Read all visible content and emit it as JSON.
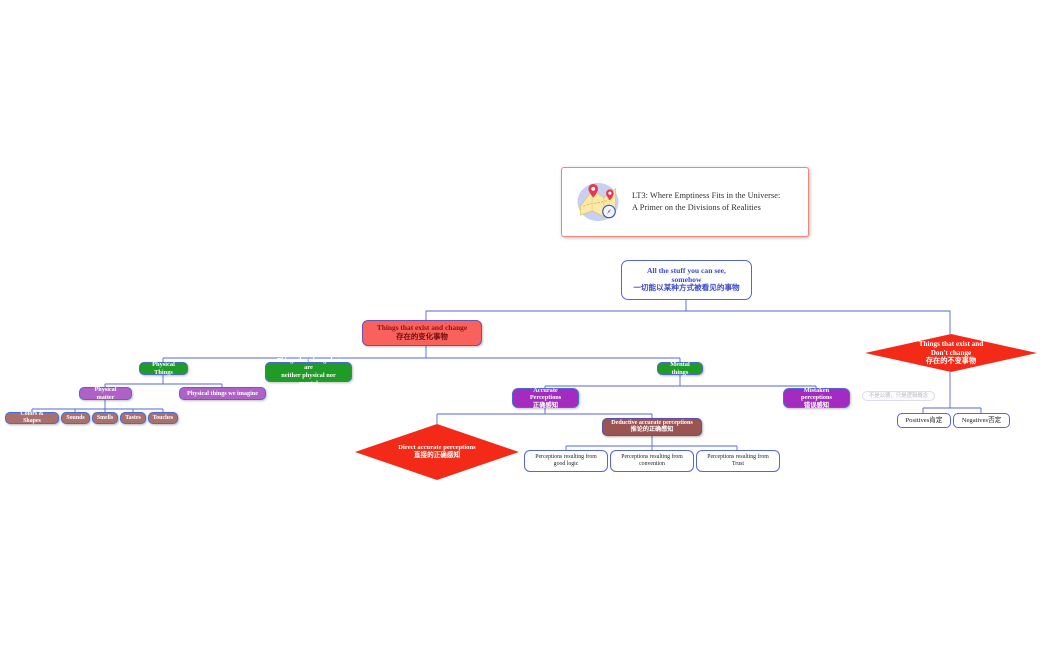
{
  "title_card": {
    "icon": "map-icon",
    "line1": "LT3: Where Emptiness Fits in the Universe:",
    "line2": "A Primer on the Divisions of Realities"
  },
  "colors": {
    "connector": "#5566d8",
    "red_fill": "#f22a17",
    "salmon_fill": "#f9625c",
    "green_fill": "#1f9c26",
    "violet_fill": "#b061c9",
    "magenta_fill": "#a32bbf",
    "rose_fill": "#a8706e",
    "maroon_fill": "#9a5552",
    "root_text": "#3a4bd0"
  },
  "nodes": {
    "root": {
      "l1": "All the stuff you can see,",
      "l2": "somehow",
      "l3": "一切能以某种方式被看见的事物"
    },
    "exist_change": {
      "l1": "Things that exist and change",
      "l2": "存在的变化事物"
    },
    "exist_no_change": {
      "l1": "Things that exist and",
      "l2": "Don't change",
      "l3": "存在的不变事物"
    },
    "physical_things": {
      "l1": "Physical Things"
    },
    "change_neither": {
      "l1": "Things that change but are",
      "l2": "neither physical nor mental"
    },
    "mental_things": {
      "l1": "Mental things"
    },
    "physical_matter": {
      "l1": "Physical matter"
    },
    "physical_imagine": {
      "l1": "Physical things we imagine"
    },
    "colors_shapes": {
      "l1": "Colors & Shapes"
    },
    "sounds": {
      "l1": "Sounds"
    },
    "smells": {
      "l1": "Smells"
    },
    "tastes": {
      "l1": "Tastes"
    },
    "touches": {
      "l1": "Touches"
    },
    "accurate_perceptions": {
      "l1": "Accurate Perceptions",
      "l2": "正确感知"
    },
    "mistaken_perceptions": {
      "l1": "Mistaken perceptions",
      "l2": "错误感知"
    },
    "direct_accurate": {
      "l1": "Direct accurate perceptions",
      "l2": "直接的正确感知"
    },
    "deductive_accurate": {
      "l1": "Deductive accurate perceptions",
      "l2": "推论的正确感知"
    },
    "good_logic": {
      "l1": "Perceptions resulting from",
      "l2": "good logic"
    },
    "convention": {
      "l1": "Perceptions resulting from",
      "l2": "convention"
    },
    "trust": {
      "l1": "Perceptions resulting from",
      "l2": "Trust"
    },
    "faint_note": {
      "l1": "不是公德，只是逻辑概念"
    },
    "positives": {
      "l1": "Positives肯定"
    },
    "negatives": {
      "l1": "Negatives否定"
    }
  }
}
